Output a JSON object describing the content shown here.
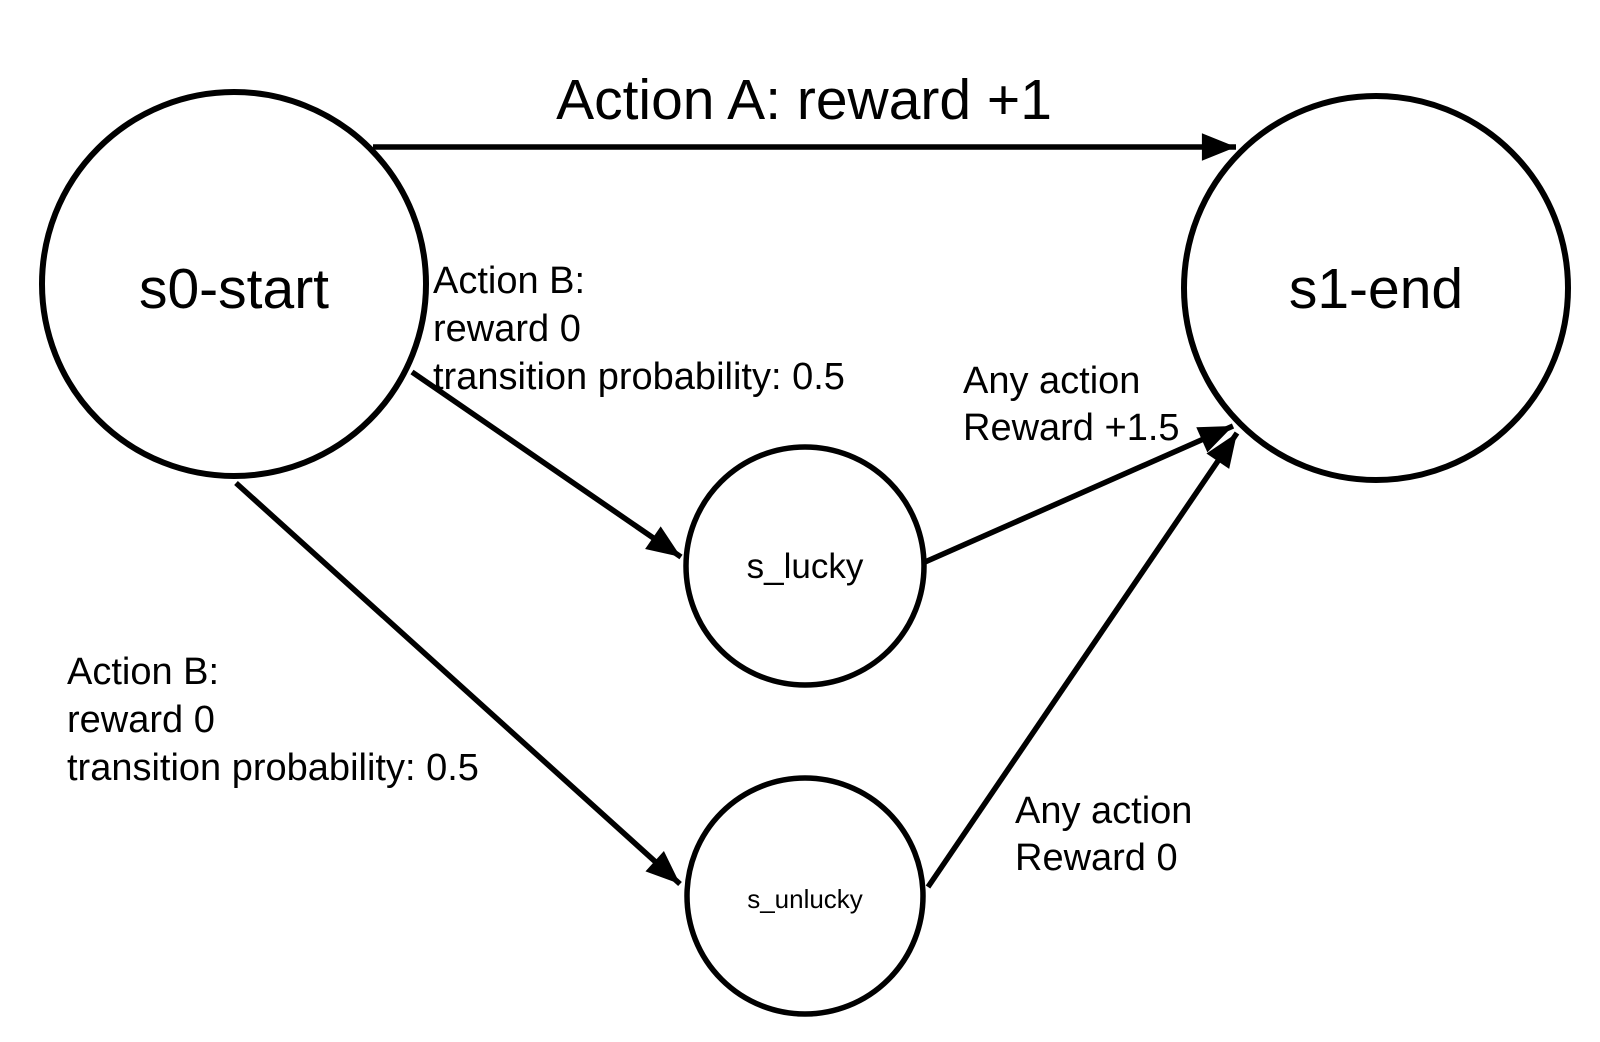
{
  "diagram": {
    "type": "mdp-state-transition-diagram",
    "colors": {
      "ink": "#000000",
      "background": "#ffffff"
    }
  },
  "nodes": [
    {
      "id": "s0-start",
      "label": "s0-start"
    },
    {
      "id": "s1-end",
      "label": "s1-end"
    },
    {
      "id": "s_lucky",
      "label": "s_lucky"
    },
    {
      "id": "s_unlucky",
      "label": "s_unlucky"
    }
  ],
  "edges": [
    {
      "from": "s0-start",
      "to": "s1-end",
      "label_lines": [
        "Action A: reward +1"
      ]
    },
    {
      "from": "s0-start",
      "to": "s_lucky",
      "label_lines": [
        "Action B:",
        "reward 0",
        "transition probability: 0.5"
      ]
    },
    {
      "from": "s0-start",
      "to": "s_unlucky",
      "label_lines": [
        "Action B:",
        "reward 0",
        "transition probability: 0.5"
      ]
    },
    {
      "from": "s_lucky",
      "to": "s1-end",
      "label_lines": [
        "Any action",
        "Reward +1.5"
      ]
    },
    {
      "from": "s_unlucky",
      "to": "s1-end",
      "label_lines": [
        "Any action",
        "Reward 0"
      ]
    }
  ]
}
